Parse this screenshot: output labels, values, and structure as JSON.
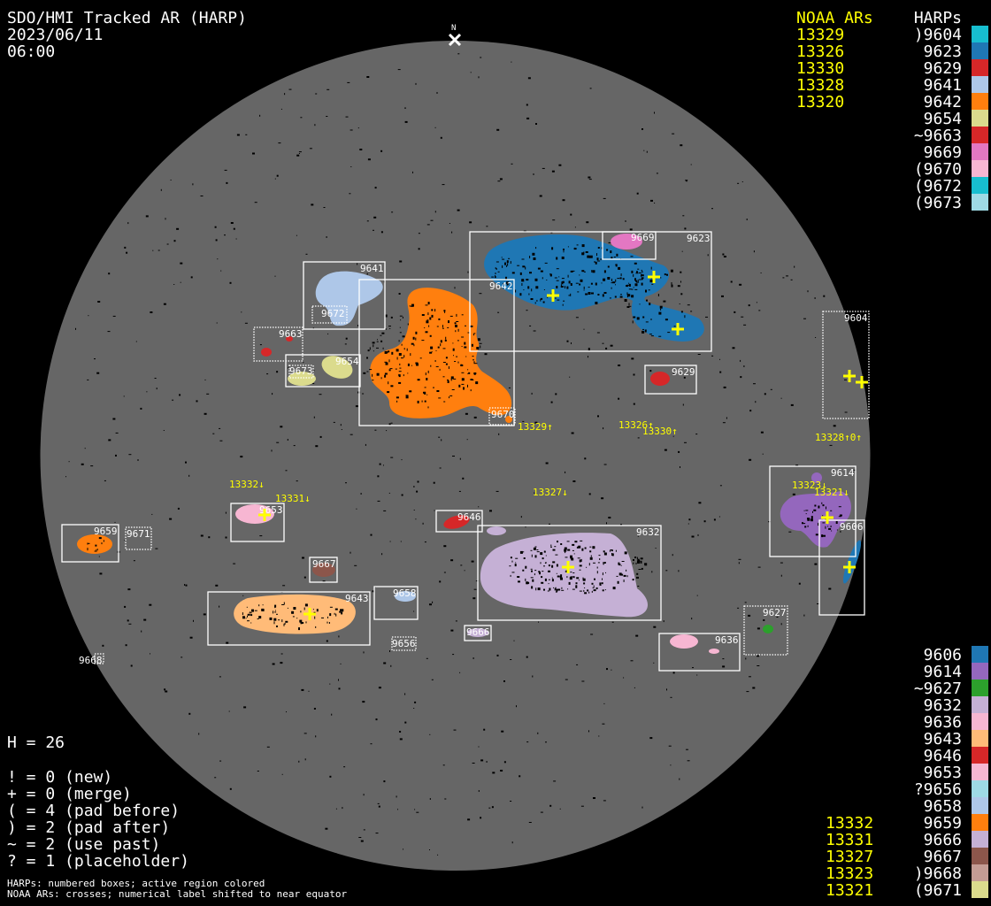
{
  "header": {
    "title": "SDO/HMI Tracked AR (HARP)",
    "date": "2023/06/11",
    "time": "06:00",
    "north_label": "N"
  },
  "legend_top": {
    "noaa_heading": "NOAA ARs",
    "harp_heading": "HARPs",
    "noaa": [
      "13329",
      "13326",
      "13330",
      "13328",
      "13320"
    ],
    "harps": [
      {
        "label": ")9604",
        "color": "#17becf"
      },
      {
        "label": "9623",
        "color": "#1f77b4"
      },
      {
        "label": "9629",
        "color": "#d62728"
      },
      {
        "label": "9641",
        "color": "#aec7e8"
      },
      {
        "label": "9642",
        "color": "#ff7f0e"
      },
      {
        "label": "9654",
        "color": "#dbdb8d"
      },
      {
        "label": "~9663",
        "color": "#d62728"
      },
      {
        "label": "9669",
        "color": "#e377c2"
      },
      {
        "label": "(9670",
        "color": "#f7b6d2"
      },
      {
        "label": "(9672",
        "color": "#17becf"
      },
      {
        "label": "(9673",
        "color": "#9edae5"
      }
    ]
  },
  "legend_bottom": {
    "noaa": [
      "13332",
      "13331",
      "13327",
      "13323",
      "13321"
    ],
    "harps": [
      {
        "label": "9606",
        "color": "#1f77b4"
      },
      {
        "label": "9614",
        "color": "#9467bd"
      },
      {
        "label": "~9627",
        "color": "#2ca02c"
      },
      {
        "label": "9632",
        "color": "#c5b0d5"
      },
      {
        "label": "9636",
        "color": "#f7b6d2"
      },
      {
        "label": "9643",
        "color": "#ffbb78"
      },
      {
        "label": "9646",
        "color": "#d62728"
      },
      {
        "label": "9653",
        "color": "#f7b6d2"
      },
      {
        "label": "?9656",
        "color": "#9edae5"
      },
      {
        "label": "9658",
        "color": "#aec7e8"
      },
      {
        "label": "9659",
        "color": "#ff7f0e"
      },
      {
        "label": "9666",
        "color": "#c5b0d5"
      },
      {
        "label": "9667",
        "color": "#8c564b"
      },
      {
        "label": ")9668",
        "color": "#c49c94"
      },
      {
        "label": "(9671",
        "color": "#dbdb8d"
      }
    ]
  },
  "stats": {
    "h": "H = 26",
    "lines": [
      "! = 0 (new)",
      "+ = 0 (merge)",
      "( = 4 (pad before)",
      ") = 2 (pad after)",
      "~ = 2 (use past)",
      "? = 1 (placeholder)"
    ],
    "note1": "HARPs: numbered boxes; active region colored",
    "note2": "NOAA ARs: crosses; numerical label shifted to near equator"
  },
  "disk": {
    "harp_boxes": {
      "b9623": "9623",
      "b9669": "9669",
      "b9641": "9641",
      "b9642": "9642",
      "b9672": "9672",
      "b9663": "9663",
      "b9654": "9654",
      "b9673": "9673",
      "b9670": "9670",
      "b9629": "9629",
      "b9604": "9604",
      "b9614": "9614",
      "b9606": "9606",
      "b9653": "9653",
      "b9659": "9659",
      "b9671": "9671",
      "b9646": "9646",
      "b9632": "9632",
      "b9667": "9667",
      "b9643": "9643",
      "b9658": "9658",
      "b9656": "9656",
      "b9666": "9666",
      "b9627": "9627",
      "b9636": "9636",
      "b9668": "9668"
    },
    "noaa_labels": {
      "n13329": "13329↑",
      "n13326": "13326↑",
      "n13330": "13330↑",
      "n13328": "13328↑0↑",
      "n13332": "13332↓",
      "n13331": "13331↓",
      "n13327": "13327↓",
      "n13323": "13323↓",
      "n13321": "13321↓"
    },
    "colors": {
      "disk": "#666666",
      "background": "#000000",
      "noaa": "#ffff00"
    }
  }
}
